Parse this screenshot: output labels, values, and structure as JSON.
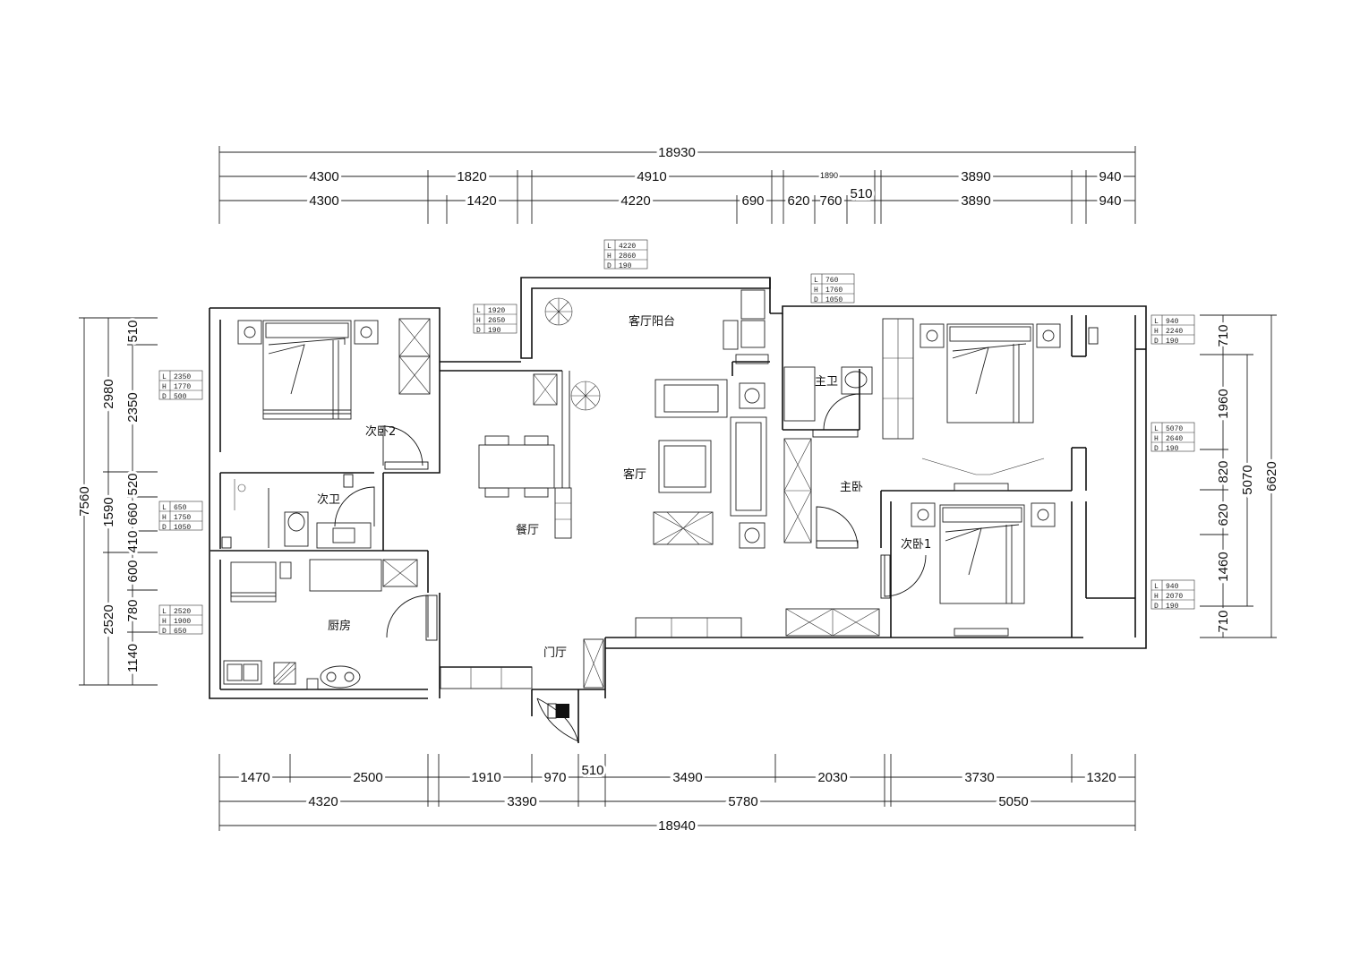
{
  "rooms": {
    "balcony": "客厅阳台",
    "bedroom2": "次卧2",
    "bath2": "次卫",
    "kitchen": "厨房",
    "dining": "餐厅",
    "living": "客厅",
    "foyer": "门厅",
    "master_bath": "主卫",
    "master": "主卧",
    "bedroom1": "次卧1"
  },
  "dims_top": {
    "total": "18930",
    "row1": [
      "4300",
      "1820",
      "4910",
      "1890",
      "3890",
      "940"
    ],
    "row2": [
      "4300",
      "1420",
      "4220",
      "690",
      "620",
      "760",
      "510",
      "3890",
      "940"
    ]
  },
  "dims_bottom": {
    "row1": [
      "1470",
      "2500",
      "1910",
      "970",
      "510",
      "3490",
      "2030",
      "3730",
      "1320"
    ],
    "row2": [
      "4320",
      "3390",
      "5780",
      "5050"
    ],
    "total": "18940"
  },
  "dims_left": {
    "total": "7560",
    "col1": [
      "2980",
      "1590",
      "2520"
    ],
    "col2": [
      "510",
      "2350",
      "520",
      "660",
      "410",
      "600",
      "780",
      "1140"
    ]
  },
  "dims_right": {
    "total": "6620",
    "col1": [
      "5070"
    ],
    "col2": [
      "710",
      "1960",
      "820",
      "620",
      "1460",
      "710"
    ]
  },
  "window_tags": [
    {
      "L": "4220",
      "H": "2860",
      "D": "190"
    },
    {
      "L": "1920",
      "H": "2650",
      "D": "190"
    },
    {
      "L": "760",
      "H": "1760",
      "D": "1050"
    },
    {
      "L": "2350",
      "H": "1770",
      "D": "500"
    },
    {
      "L": "650",
      "H": "1750",
      "D": "1050"
    },
    {
      "L": "2520",
      "H": "1900",
      "D": "650"
    },
    {
      "L": "940",
      "H": "2240",
      "D": "190"
    },
    {
      "L": "5070",
      "H": "2640",
      "D": "190"
    },
    {
      "L": "940",
      "H": "2070",
      "D": "190"
    }
  ]
}
